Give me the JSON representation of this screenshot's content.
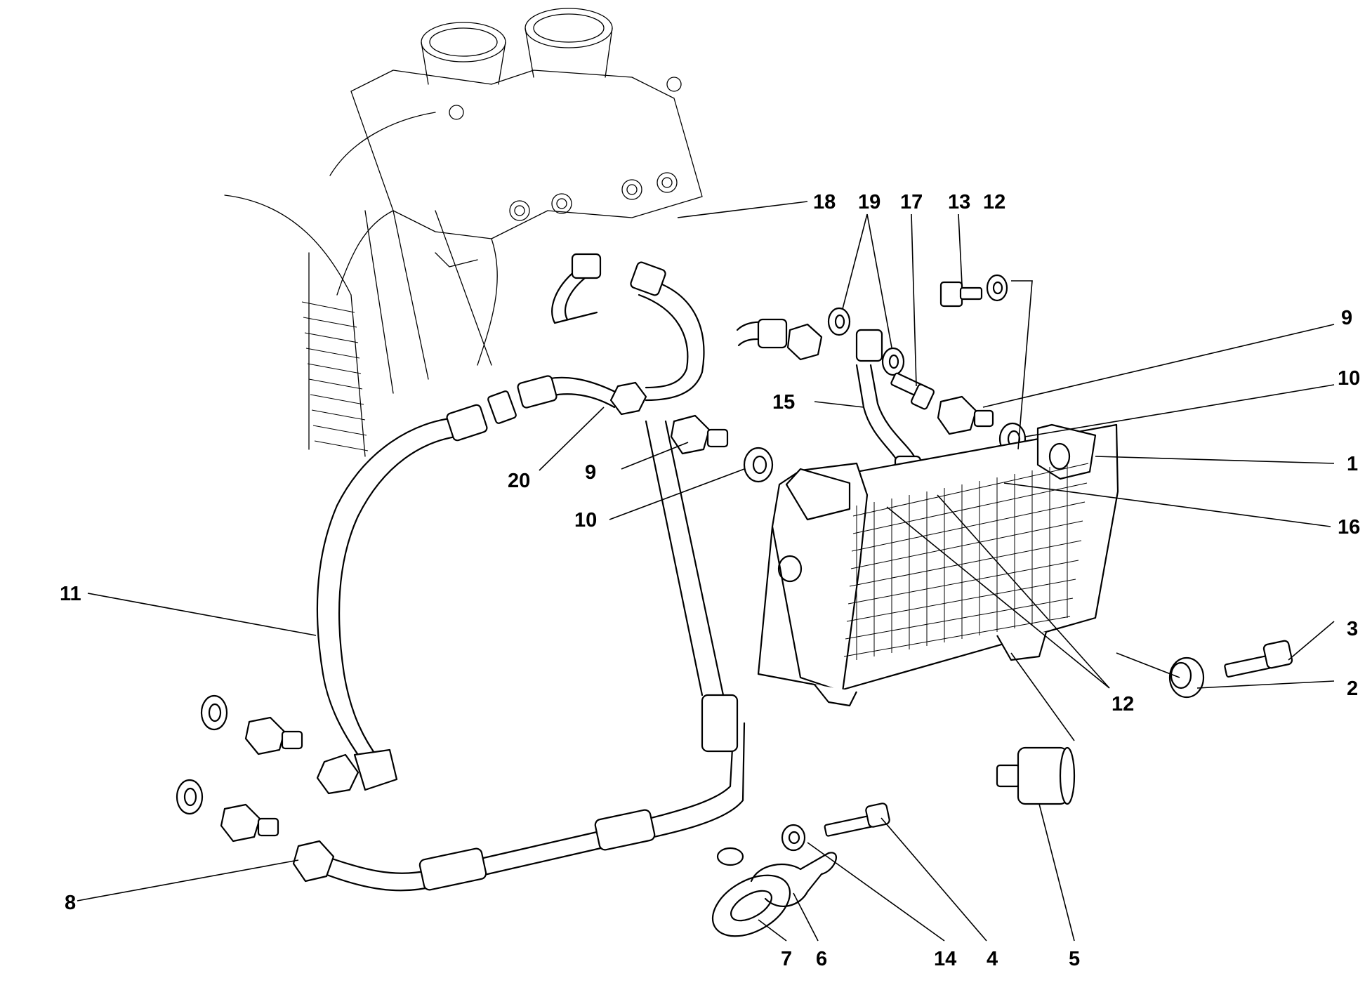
{
  "callouts": [
    {
      "id": "c18a",
      "label": "18"
    },
    {
      "id": "c19a",
      "label": "19"
    },
    {
      "id": "c17a",
      "label": "17"
    },
    {
      "id": "c13a",
      "label": "13"
    },
    {
      "id": "c12a",
      "label": "12"
    },
    {
      "id": "c9a",
      "label": "9"
    },
    {
      "id": "c10a",
      "label": "10"
    },
    {
      "id": "c1a",
      "label": "1"
    },
    {
      "id": "c16a",
      "label": "16"
    },
    {
      "id": "c15a",
      "label": "15"
    },
    {
      "id": "c20a",
      "label": "20"
    },
    {
      "id": "c9b",
      "label": "9"
    },
    {
      "id": "c10b",
      "label": "10"
    },
    {
      "id": "c11a",
      "label": "11"
    },
    {
      "id": "c3a",
      "label": "3"
    },
    {
      "id": "c2a",
      "label": "2"
    },
    {
      "id": "c12b",
      "label": "12"
    },
    {
      "id": "c8a",
      "label": "8"
    },
    {
      "id": "c7a",
      "label": "7"
    },
    {
      "id": "c6a",
      "label": "6"
    },
    {
      "id": "c14a",
      "label": "14"
    },
    {
      "id": "c4a",
      "label": "4"
    },
    {
      "id": "c5a",
      "label": "5"
    }
  ]
}
